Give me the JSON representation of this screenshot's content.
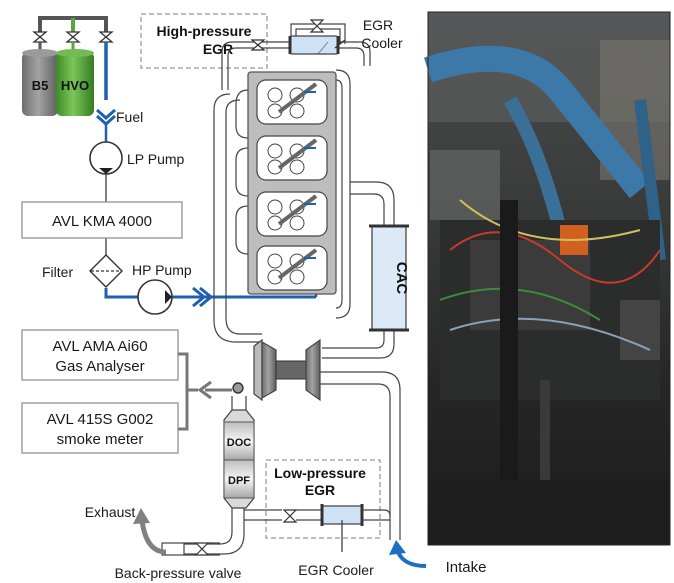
{
  "labels": {
    "tank1": "B5",
    "tank2": "HVO",
    "fuel": "Fuel",
    "lp_pump": "LP Pump",
    "kma": "AVL KMA 4000",
    "filter": "Filter",
    "hp_pump": "HP Pump",
    "ama_line1": "AVL AMA Ai60",
    "ama_line2": "Gas Analyser",
    "smoke_line1": "AVL 415S G002",
    "smoke_line2": "smoke meter",
    "hp_egr_line1": "High-pressure",
    "hp_egr_line2": "EGR",
    "egr_cooler_top_line1": "EGR",
    "egr_cooler_top_line2": "Cooler",
    "cac": "CAC",
    "doc": "DOC",
    "dpf": "DPF",
    "lp_egr_line1": "Low-pressure",
    "lp_egr_line2": "EGR",
    "exhaust": "Exhaust",
    "back_pressure_valve": "Back-pressure valve",
    "egr_cooler_bottom": "EGR Cooler",
    "intake": "Intake"
  },
  "colors": {
    "fuel_line": "#1f5fb0",
    "b5_tank": "#8a8a8a",
    "hvo_tank": "#5aa63c",
    "intake_arrow": "#1f6fc0",
    "exhaust_arrow": "#808080",
    "cooler_fill": "#cfe1f5"
  }
}
